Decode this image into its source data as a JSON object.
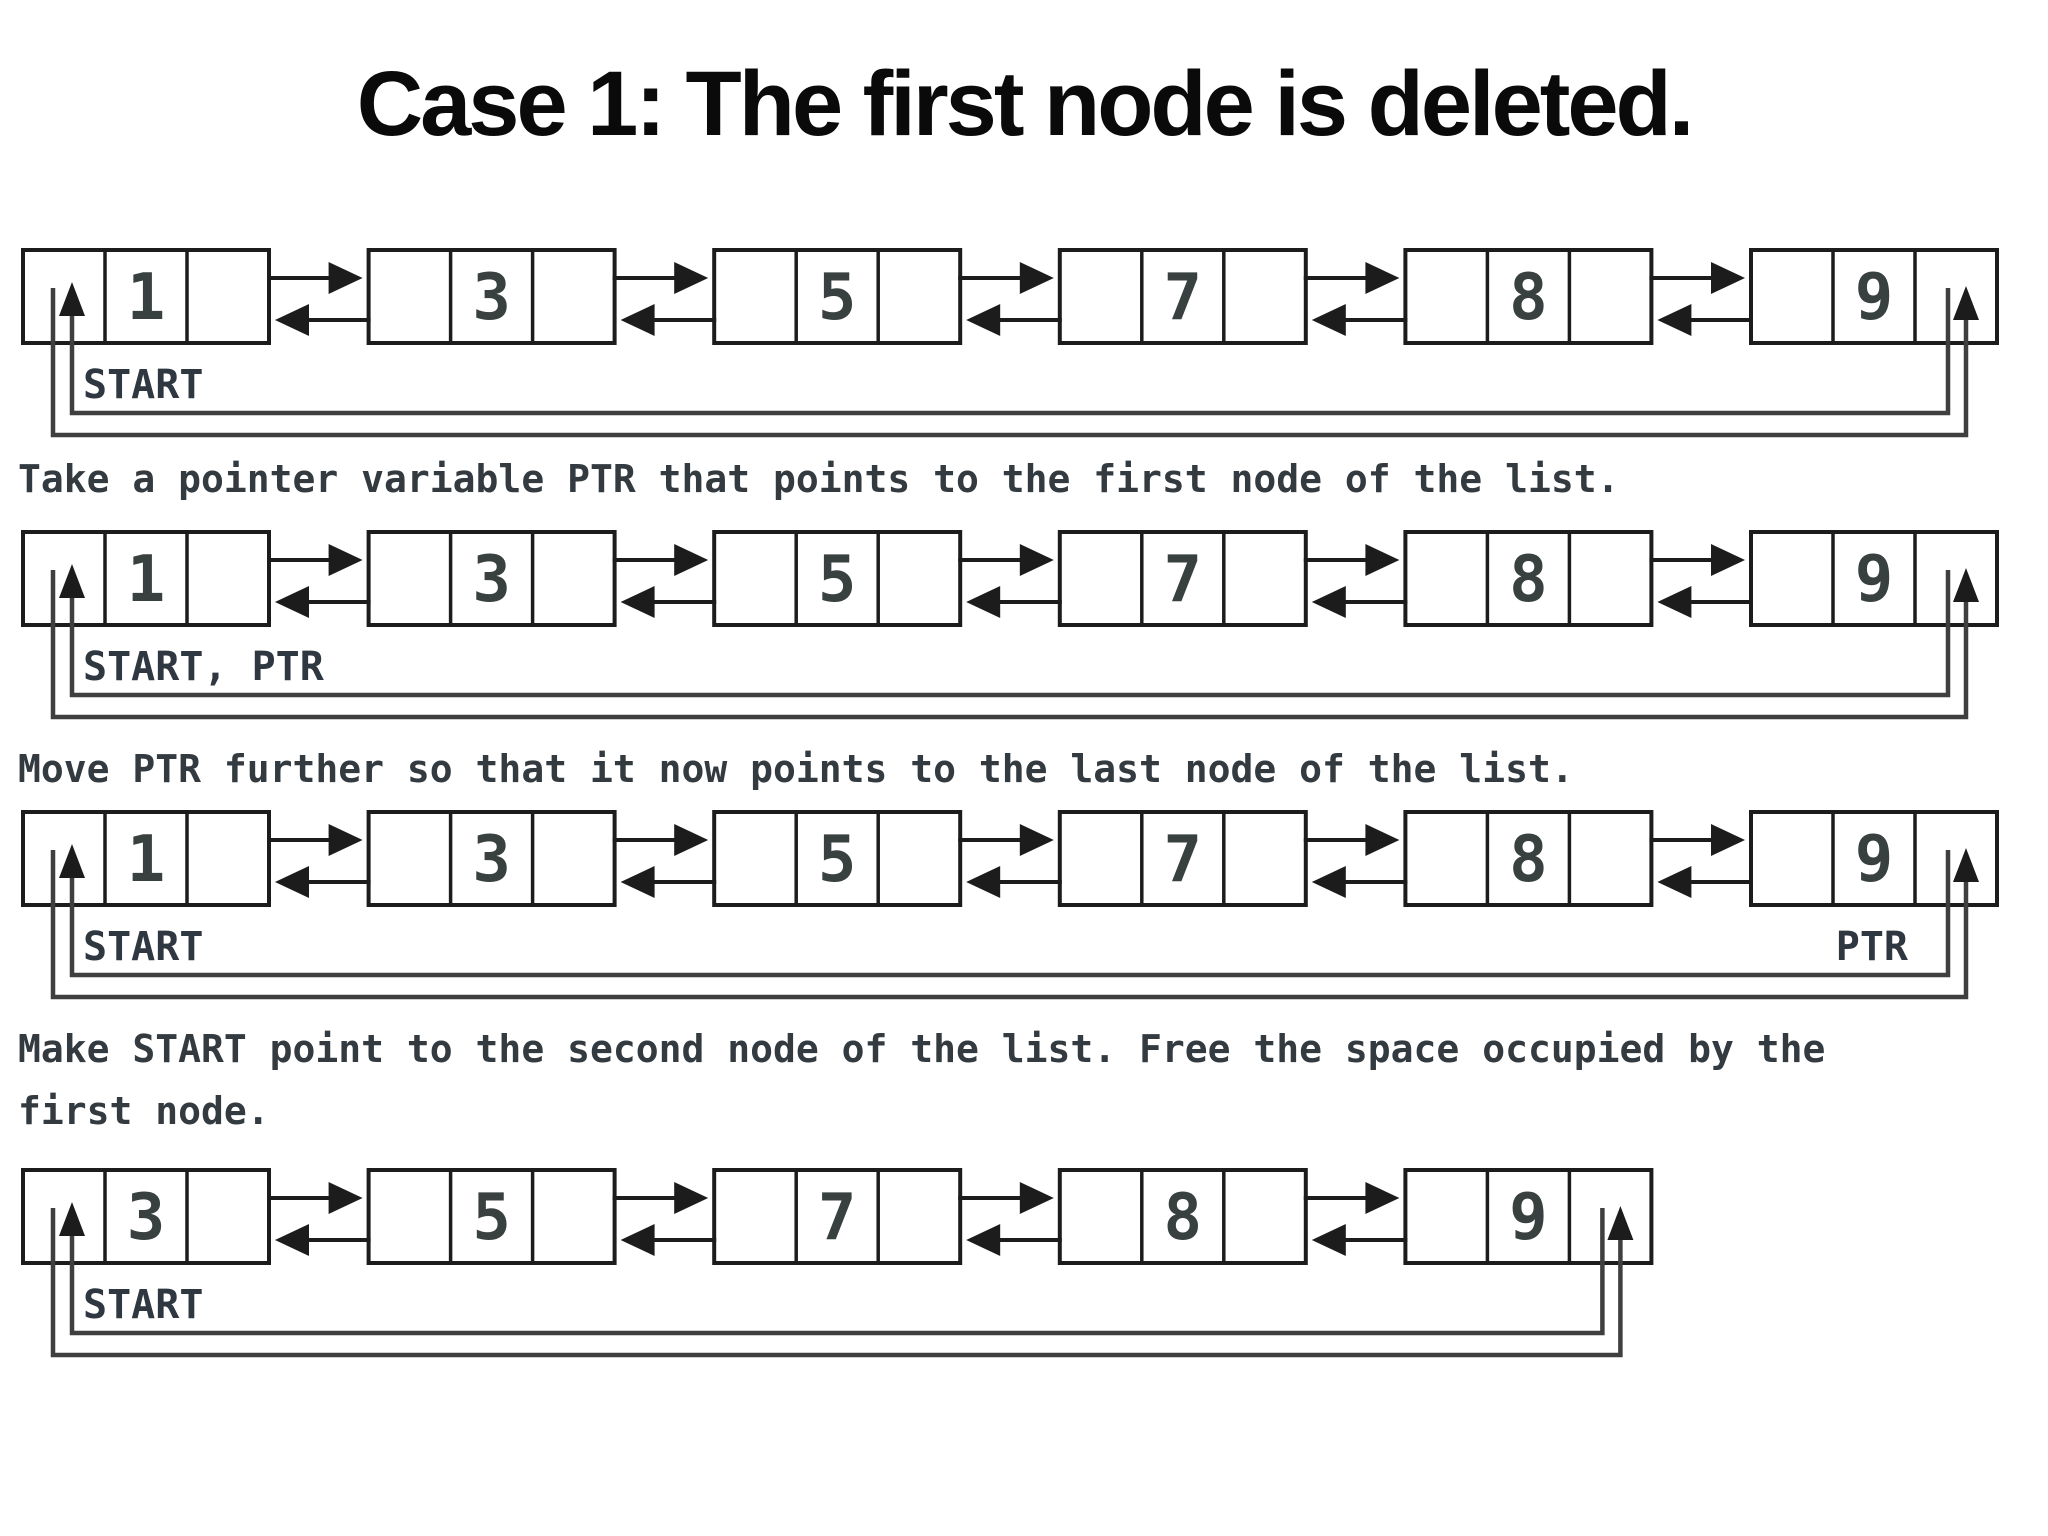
{
  "title": "Case 1: The first node is deleted.",
  "diagrams": [
    {
      "values": [
        "1",
        "3",
        "5",
        "7",
        "8",
        "9"
      ],
      "head_pointer_label": "START",
      "tail_pointer_label": "",
      "caption": "Take a pointer variable PTR that points to the first node of the list."
    },
    {
      "values": [
        "1",
        "3",
        "5",
        "7",
        "8",
        "9"
      ],
      "head_pointer_label": "START, PTR",
      "tail_pointer_label": "",
      "caption": "Move PTR further so that it now points to the last node of the list."
    },
    {
      "values": [
        "1",
        "3",
        "5",
        "7",
        "8",
        "9"
      ],
      "head_pointer_label": "START",
      "tail_pointer_label": "PTR",
      "caption": "Make START point to the second node of the list. Free the space occupied by the\nfirst node."
    },
    {
      "values": [
        "3",
        "5",
        "7",
        "8",
        "9"
      ],
      "head_pointer_label": "START",
      "tail_pointer_label": "",
      "caption": ""
    }
  ],
  "colors": {
    "box_line": "#1c1c1c",
    "arrow": "#1c1c1c",
    "wrap_line": "#3f3f3f",
    "label_text": "#2f3840",
    "value_text": "#38413f",
    "title_text": "#0a0a0a",
    "background": "#ffffff"
  }
}
